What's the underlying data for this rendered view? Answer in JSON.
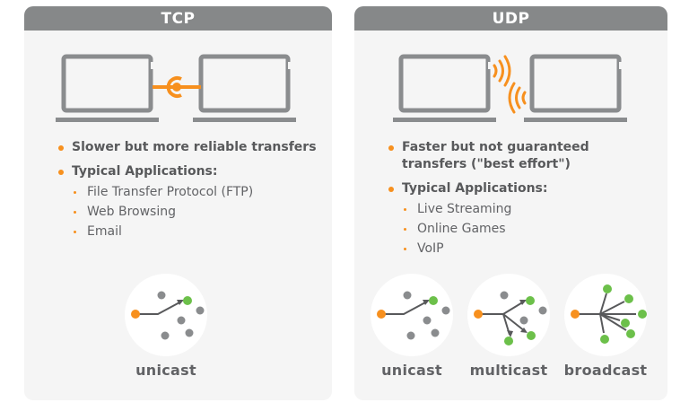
{
  "colors": {
    "header_bg": "#868889",
    "panel_bg": "#f5f5f5",
    "accent_orange": "#f7901e",
    "node_green": "#6cc04a",
    "node_gray": "#8a8c8e",
    "text": "#58595b"
  },
  "tcp": {
    "title": "TCP",
    "illustration": "laptops-wired-connection",
    "points": [
      {
        "text": "Slower but more reliable transfers"
      },
      {
        "text": "Typical Applications:",
        "items": [
          "File Transfer Protocol (FTP)",
          "Web Browsing",
          "Email"
        ]
      }
    ],
    "casts": [
      {
        "label": "unicast"
      }
    ]
  },
  "udp": {
    "title": "UDP",
    "illustration": "laptops-wireless-signal",
    "points": [
      {
        "text": "Faster but not guaranteed transfers (\"best effort\")"
      },
      {
        "text": "Typical Applications:",
        "items": [
          "Live Streaming",
          "Online Games",
          "VoIP"
        ]
      }
    ],
    "casts": [
      {
        "label": "unicast"
      },
      {
        "label": "multicast"
      },
      {
        "label": "broadcast"
      }
    ]
  }
}
